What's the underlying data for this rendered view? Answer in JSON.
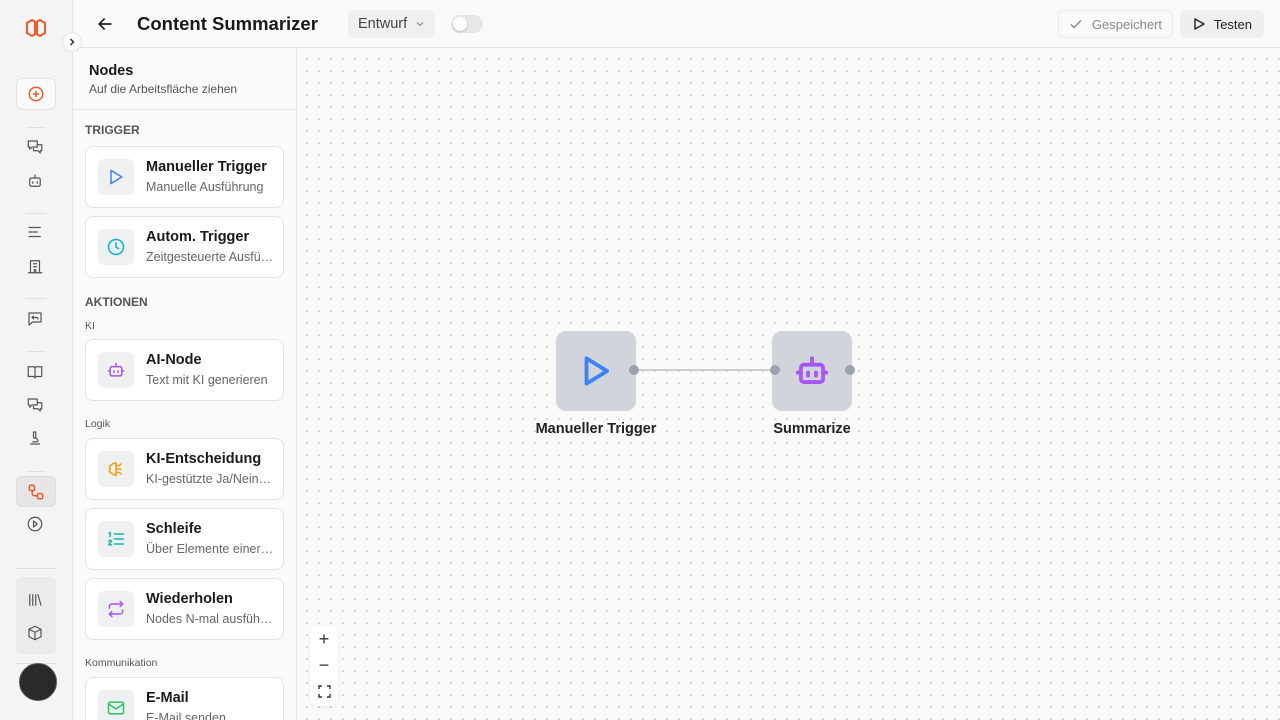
{
  "header": {
    "title": "Content Summarizer",
    "status": "Entwurf",
    "saved_label": "Gespeichert",
    "test_label": "Testen",
    "toggle_on": false
  },
  "panel": {
    "title": "Nodes",
    "subtitle": "Auf die Arbeitsfläche ziehen",
    "trigger_heading": "TRIGGER",
    "actions_heading": "AKTIONEN",
    "groups": {
      "ki": "KI",
      "logik": "Logik",
      "kommunikation": "Kommunikation"
    },
    "items": [
      {
        "title": "Manueller Trigger",
        "desc": "Manuelle Ausführung",
        "icon": "play-icon",
        "color": "#3b82f6"
      },
      {
        "title": "Autom. Trigger",
        "desc": "Zeitgesteuerte Ausführung",
        "icon": "clock-icon",
        "color": "#06b6d4"
      },
      {
        "title": "AI-Node",
        "desc": "Text mit KI generieren",
        "icon": "bot-icon",
        "color": "#a855f7"
      },
      {
        "title": "KI-Entscheidung",
        "desc": "KI-gestützte Ja/Nein-Entscheidung",
        "icon": "brain-icon",
        "color": "#f59e0b"
      },
      {
        "title": "Schleife",
        "desc": "Über Elemente einer Liste",
        "icon": "list-ordered-icon",
        "color": "#14b8a6"
      },
      {
        "title": "Wiederholen",
        "desc": "Nodes N-mal ausführen",
        "icon": "repeat-icon",
        "color": "#a855f7"
      },
      {
        "title": "E-Mail",
        "desc": "E-Mail senden",
        "icon": "mail-icon",
        "color": "#22c55e"
      }
    ]
  },
  "canvas": {
    "nodes": [
      {
        "label": "Manueller Trigger",
        "icon": "play-icon",
        "color": "#3b82f6"
      },
      {
        "label": "Summarize",
        "icon": "bot-icon",
        "color": "#a855f7"
      }
    ]
  },
  "colors": {
    "accent": "#f05a28"
  }
}
